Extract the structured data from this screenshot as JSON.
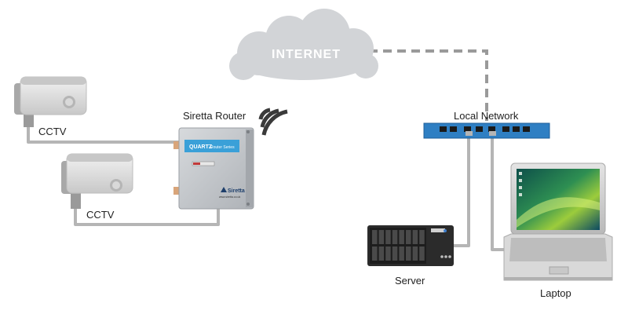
{
  "cloud": {
    "label": "INTERNET"
  },
  "router": {
    "label": "Siretta Router",
    "brand_band": "QUARTZ",
    "brand_band_sub": "Router Series",
    "logo_text": "Siretta",
    "url_text": "www.siretta.co.uk"
  },
  "cameras": [
    {
      "label": "CCTV"
    },
    {
      "label": "CCTV"
    }
  ],
  "switch": {
    "label": "Local Network"
  },
  "server": {
    "label": "Server"
  },
  "laptop": {
    "label": "Laptop"
  },
  "colors": {
    "cable": "#b5b5b5",
    "dashed_link": "#9a9a9a",
    "cloud": "#d2d4d7",
    "cloud_text": "#ffffff",
    "switch": "#2f7fc3",
    "router_band": "#3aa0d8",
    "router_body": "#c9ccd0",
    "server_body": "#2b2b2b",
    "camera_body": "#dcdcdc"
  }
}
